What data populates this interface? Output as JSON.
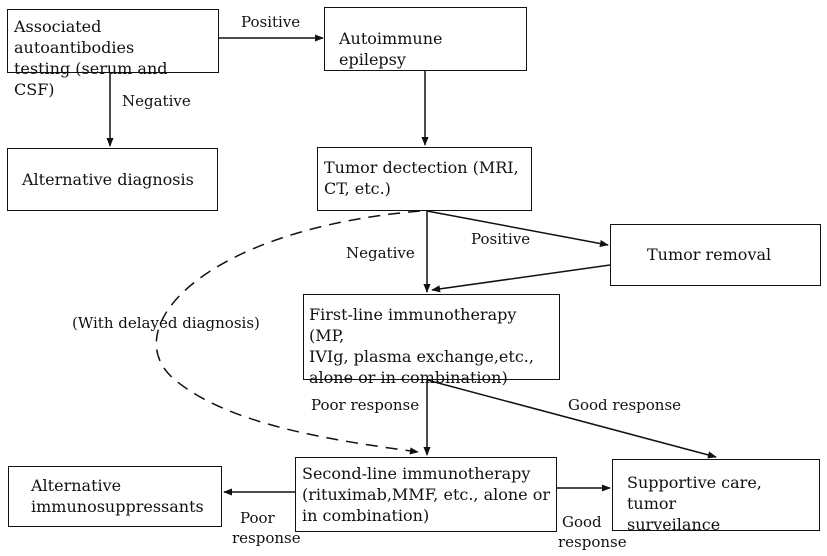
{
  "nodes": {
    "antibody_testing": [
      "Associated autoantibodies",
      "testing (serum and CSF)"
    ],
    "autoimmune_epilepsy": [
      "Autoimmune epilepsy"
    ],
    "alternative_diagnosis": [
      "Alternative diagnosis"
    ],
    "tumor_detection": [
      "Tumor dectection (MRI,",
      "CT, etc.)"
    ],
    "tumor_removal": [
      "Tumor removal"
    ],
    "first_line": [
      "First-line immunotherapy (MP,",
      "IVIg, plasma exchange,etc.,",
      "alone or in combination)"
    ],
    "second_line": [
      "Second-line immunotherapy",
      "(rituximab,MMF, etc., alone or",
      "in combination)"
    ],
    "alt_immunosuppressants": [
      "Alternative",
      "immunosuppressants"
    ],
    "supportive_care": [
      "Supportive care, tumor",
      "surveilance"
    ]
  },
  "edge_labels": {
    "positive_1": "Positive",
    "negative_1": "Negative",
    "negative_2": "Negative",
    "positive_2": "Positive",
    "delayed": "(With delayed diagnosis)",
    "poor_1": "Poor response",
    "good_1": "Good response",
    "poor_2": [
      "Poor",
      "response"
    ],
    "good_2": [
      "Good",
      "response"
    ]
  }
}
